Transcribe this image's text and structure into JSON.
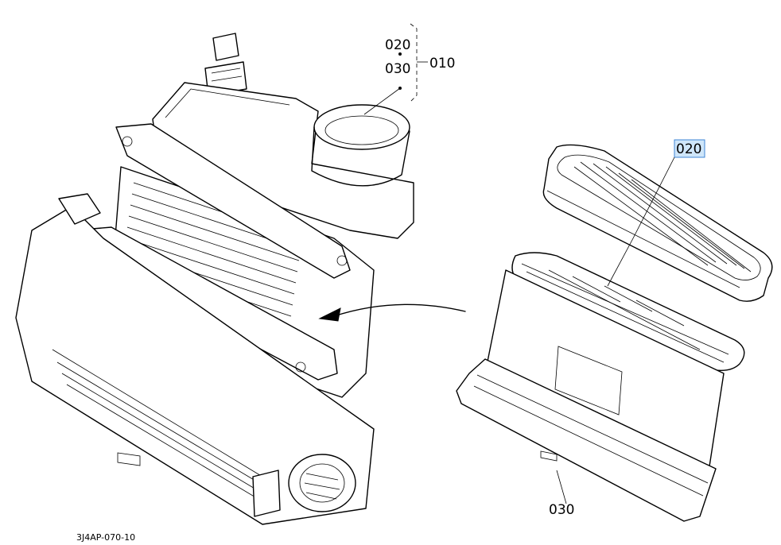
{
  "callouts": {
    "c020_top": "020",
    "c030_top": "030",
    "c010": "010",
    "c020_filter": "020",
    "c030_bottom": "030"
  },
  "reference_code": "3J4AP-070-10",
  "highlight_color": "#cfe6fa"
}
